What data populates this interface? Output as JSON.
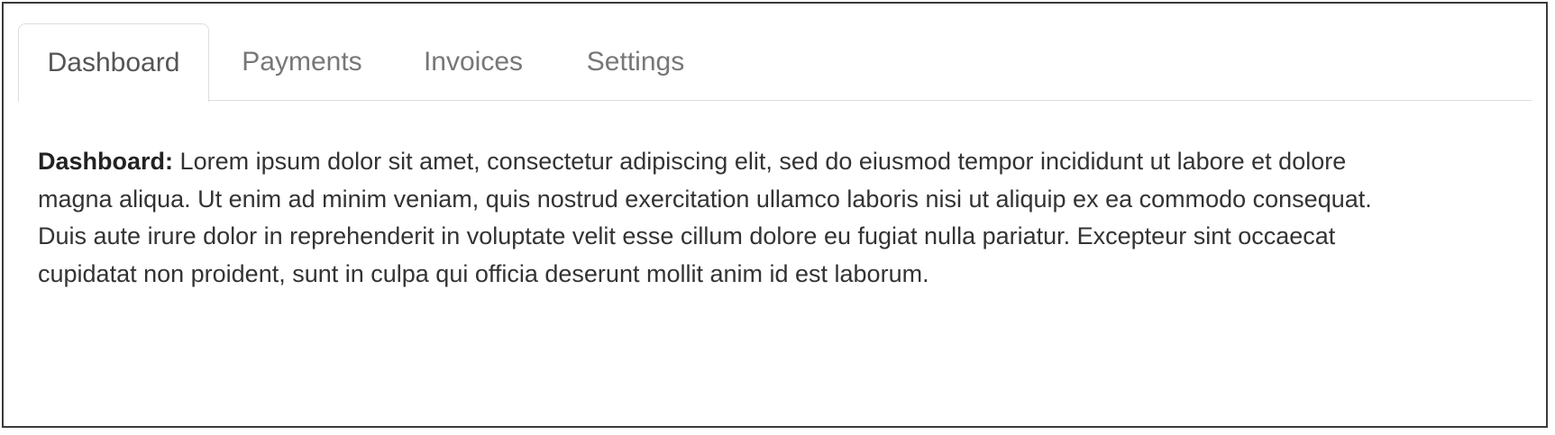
{
  "tabs": [
    {
      "label": "Dashboard",
      "active": true
    },
    {
      "label": "Payments",
      "active": false
    },
    {
      "label": "Invoices",
      "active": false
    },
    {
      "label": "Settings",
      "active": false
    }
  ],
  "panel": {
    "heading": "Dashboard:",
    "body": "Lorem ipsum dolor sit amet, consectetur adipiscing elit, sed do eiusmod tempor incididunt ut labore et dolore magna aliqua. Ut enim ad minim veniam, quis nostrud exercitation ullamco laboris nisi ut aliquip ex ea commodo consequat. Duis aute irure dolor in reprehenderit in voluptate velit esse cillum dolore eu fugiat nulla pariatur. Excepteur sint occaecat cupidatat non proident, sunt in culpa qui officia deserunt mollit anim id est laborum."
  },
  "colors": {
    "frame_border": "#3a3a3a",
    "tab_border": "#dddddd",
    "inactive_tab_text": "#777777",
    "active_tab_text": "#555555",
    "body_text": "#333333"
  }
}
